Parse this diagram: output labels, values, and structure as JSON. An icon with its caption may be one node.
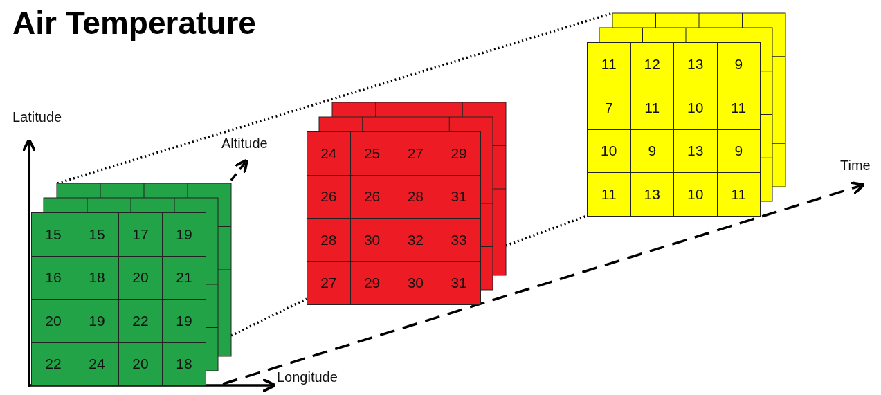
{
  "diagram": {
    "title": "Air Temperature",
    "nodes": [
      {
        "text": [
          "15",
          "15",
          "17",
          "19",
          "16",
          "18",
          "20",
          "21",
          "20",
          "19",
          "22",
          "19",
          "22",
          "24",
          "20",
          "18"
        ]
      },
      {
        "text": [
          "24",
          "25",
          "27",
          "29",
          "26",
          "26",
          "28",
          "31",
          "28",
          "30",
          "32",
          "33",
          "27",
          "29",
          "30",
          "31"
        ]
      },
      {
        "text": [
          "11",
          "12",
          "13",
          "9",
          "7",
          "11",
          "10",
          "11",
          "10",
          "9",
          "13",
          "9",
          "11",
          "13",
          "10",
          "11"
        ]
      }
    ],
    "edges": [
      {
        "from": 0,
        "to": 2,
        "arrow": "none",
        "style": "dashed"
      },
      {
        "from": 0,
        "to": 1,
        "arrow": "none",
        "style": "dashed"
      },
      {
        "from": 1,
        "to": 2,
        "arrow": "none",
        "style": "dashed"
      }
    ],
    "labels": [
      "Latitude",
      "Altitude",
      "Time",
      "Longitude"
    ]
  }
}
